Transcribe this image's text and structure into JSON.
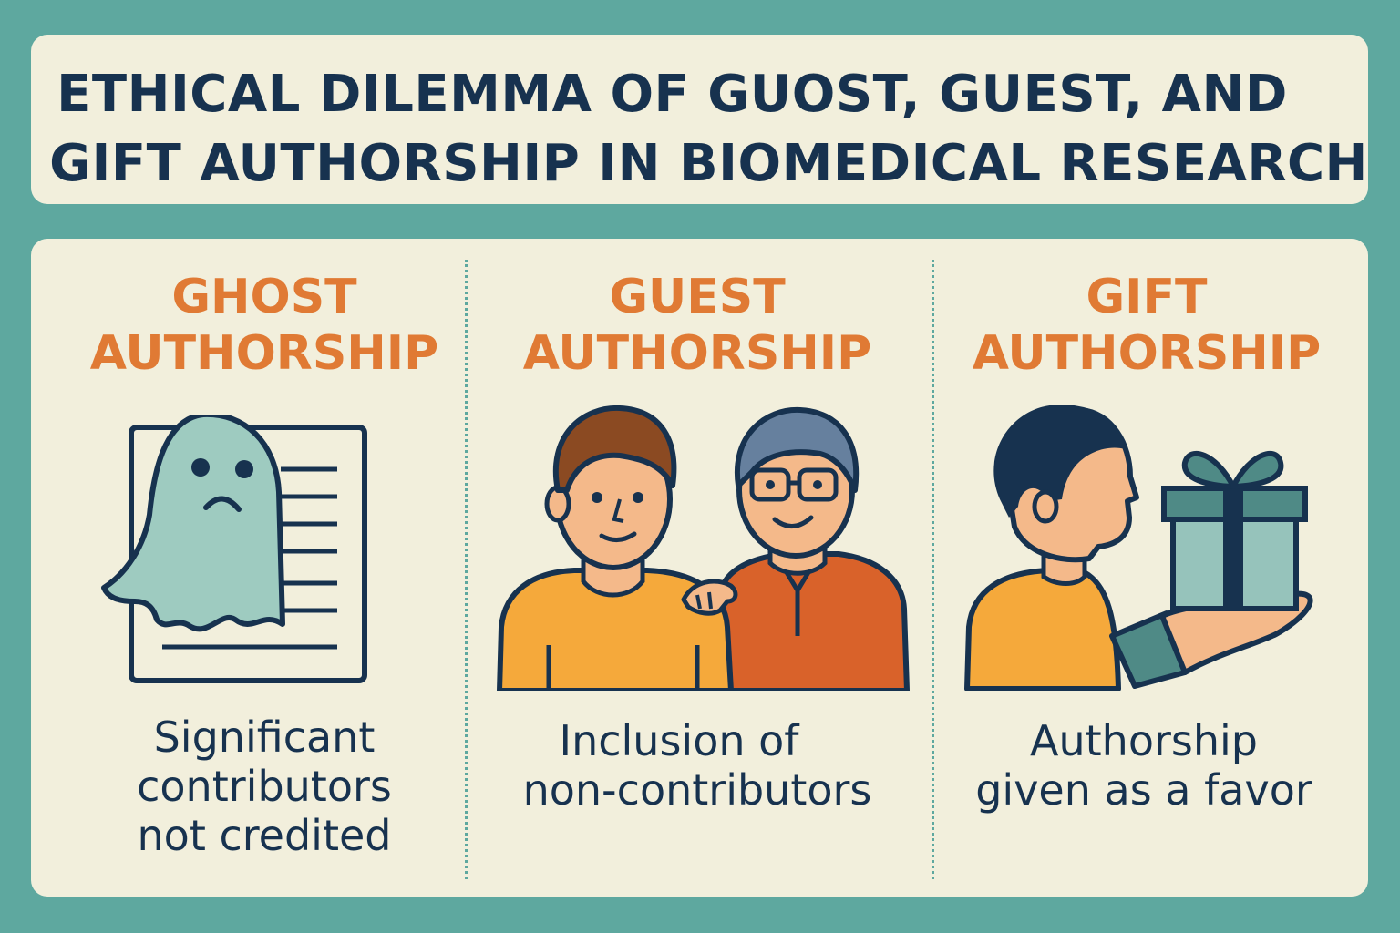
{
  "title": {
    "line1": "ETHICAL DILEMMA OF GUOST, GUEST, AND",
    "line2": "GIFT AUTHORSHIP IN BIOMEDICAL RESEARCH"
  },
  "sections": [
    {
      "heading_line1": "GHOST",
      "heading_line2": "AUTHORSHIP",
      "desc_lines": [
        "Significant",
        "contributors",
        "not credited"
      ],
      "icon": "ghost-document-icon"
    },
    {
      "heading_line1": "GUEST",
      "heading_line2": "AUTHORSHIP",
      "desc_lines": [
        "Inclusion of",
        "non-contributors"
      ],
      "icon": "two-people-icon"
    },
    {
      "heading_line1": "GIFT",
      "heading_line2": "AUTHORSHIP",
      "desc_lines": [
        "Authorship",
        "given as a favor"
      ],
      "icon": "gift-giving-icon"
    }
  ],
  "colors": {
    "background": "#5ea89f",
    "panel": "#f2efdc",
    "title_text": "#17324f",
    "heading_orange": "#e07a34",
    "outline": "#17324f"
  }
}
